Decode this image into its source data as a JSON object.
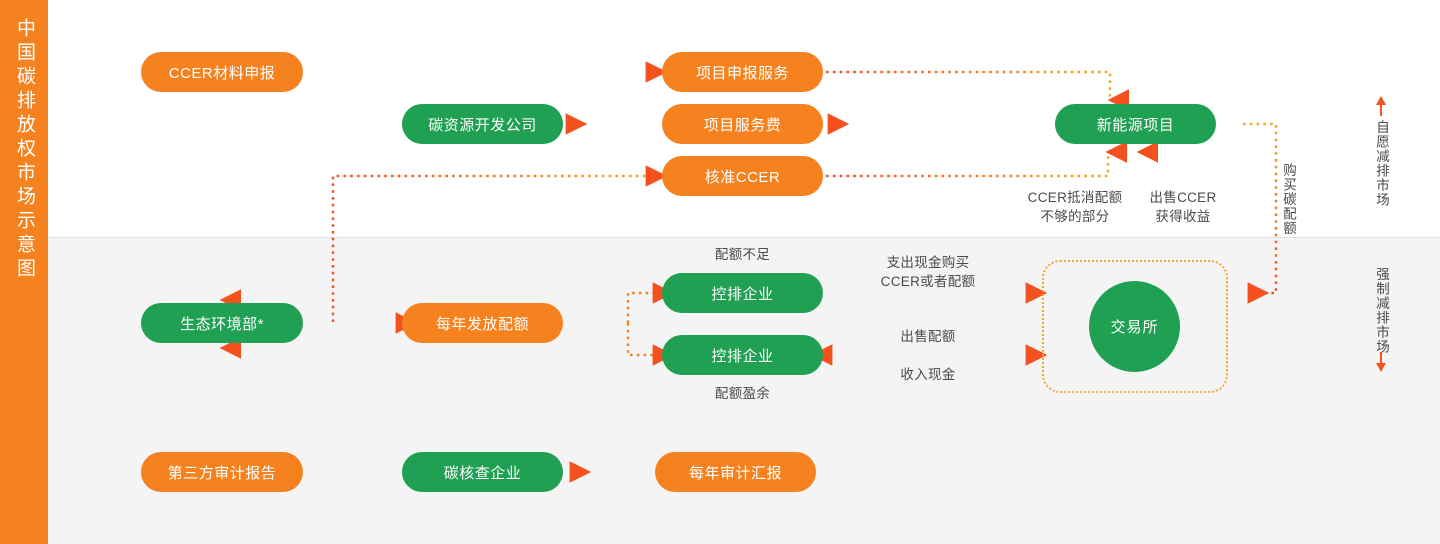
{
  "sidebar": {
    "title": "中国碳排放权市场示意图",
    "color": "#F5821F"
  },
  "palette": {
    "orange": "#F5821F",
    "green": "#20A052",
    "arrow": "#F4511E",
    "dash_gold": "#F3A63C",
    "band_top": "#FFFFFF",
    "band_bottom": "#F4F4F4",
    "note_text": "#4A4A4A"
  },
  "nodes": {
    "ccer_material": {
      "label": "CCER材料申报",
      "color": "orange"
    },
    "project_declare_service": {
      "label": "项目申报服务",
      "color": "orange"
    },
    "carbon_dev_company": {
      "label": "碳资源开发公司",
      "color": "green"
    },
    "project_service_fee": {
      "label": "项目服务费",
      "color": "orange"
    },
    "approved_ccer": {
      "label": "核准CCER",
      "color": "orange"
    },
    "new_energy_project": {
      "label": "新能源项目",
      "color": "green"
    },
    "mee": {
      "label": "生态环境部*",
      "color": "green"
    },
    "annual_quota": {
      "label": "每年发放配额",
      "color": "orange"
    },
    "controlled_enterprise_1": {
      "label": "控排企业",
      "color": "green"
    },
    "controlled_enterprise_2": {
      "label": "控排企业",
      "color": "green"
    },
    "exchange": {
      "label": "交易所",
      "color": "green"
    },
    "third_party_audit_report": {
      "label": "第三方审计报告",
      "color": "orange"
    },
    "carbon_verification_company": {
      "label": "碳核查企业",
      "color": "green"
    },
    "annual_audit_report": {
      "label": "每年审计汇报",
      "color": "orange"
    }
  },
  "annotations": {
    "ccer_offset_shortfall": "CCER抵消配额\n不够的部分",
    "sell_ccer_revenue": "出售CCER\n获得收益",
    "buy_carbon_quota": "购买碳配额",
    "quota_shortage": "配额不足",
    "quota_surplus": "配额盈余",
    "pay_cash_buy": "支出现金购买\nCCER或者配额",
    "sell_quota": "出售配额",
    "receive_cash": "收入现金"
  },
  "markets": {
    "voluntary": {
      "label": "自愿减排市场",
      "arrow": "up"
    },
    "mandatory": {
      "label": "强制减排市场",
      "arrow": "down"
    }
  }
}
